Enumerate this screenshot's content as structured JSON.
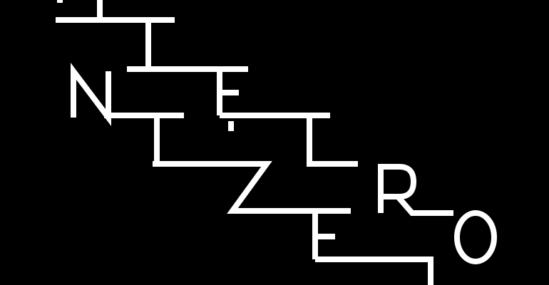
{
  "artwork": {
    "words": [
      "DIE",
      "NIE",
      "LIZ",
      "ZERO"
    ],
    "background_color": "#000000",
    "stroke_color": "#ffffff"
  }
}
